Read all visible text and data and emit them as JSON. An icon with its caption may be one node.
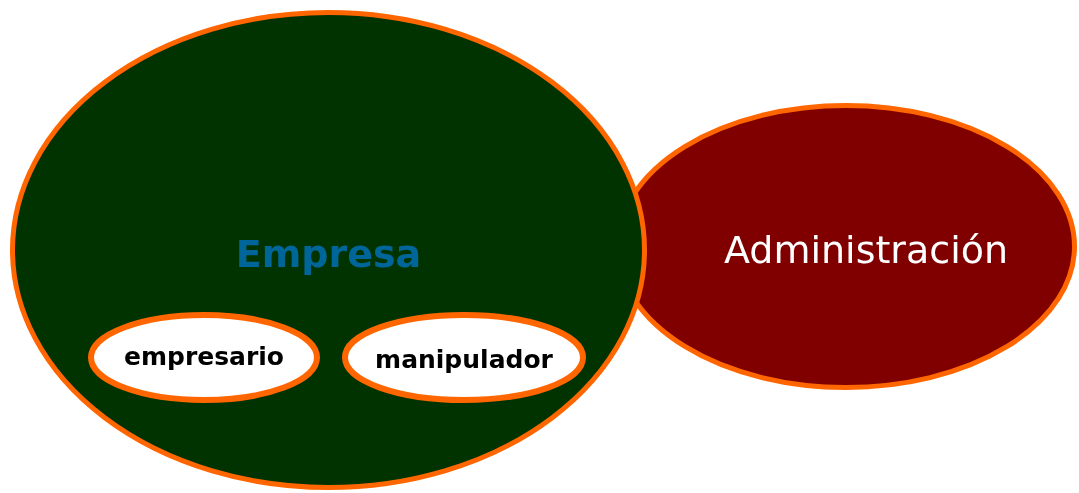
{
  "diagram": {
    "nodes": [
      {
        "text": [
          "Empresa"
        ]
      },
      {
        "text": [
          "empresario"
        ],
        "in": 0
      },
      {
        "text": [
          "manipulador"
        ],
        "in": 0
      },
      {
        "text": [
          "Administración"
        ]
      }
    ]
  }
}
